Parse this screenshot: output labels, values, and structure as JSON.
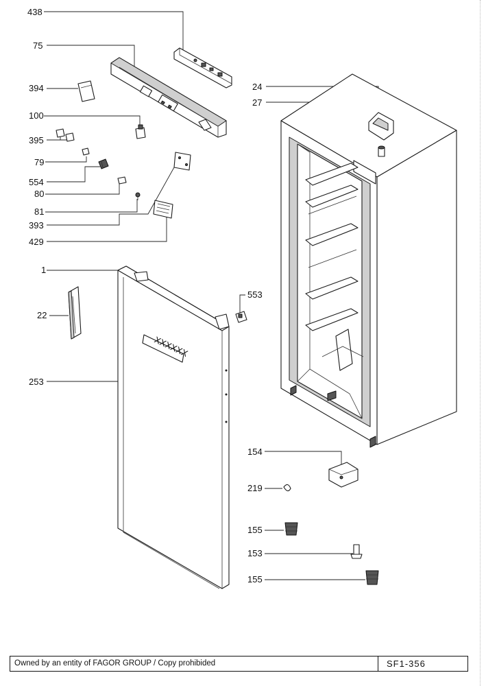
{
  "labels": {
    "p438": "438",
    "p75": "75",
    "p394": "394",
    "p100": "100",
    "p395": "395",
    "p79": "79",
    "p554": "554",
    "p80": "80",
    "p81": "81",
    "p393": "393",
    "p429": "429",
    "p1": "1",
    "p22": "22",
    "p253": "253",
    "p553": "553",
    "p24": "24",
    "p27": "27",
    "p154": "154",
    "p219": "219",
    "p155a": "155",
    "p153": "153",
    "p155b": "155"
  },
  "door_plate_text": "XXXXXX",
  "footer": {
    "owner_text": "Owned by an entity of FAGOR GROUP / Copy prohibided",
    "reference": "SF1-356"
  }
}
